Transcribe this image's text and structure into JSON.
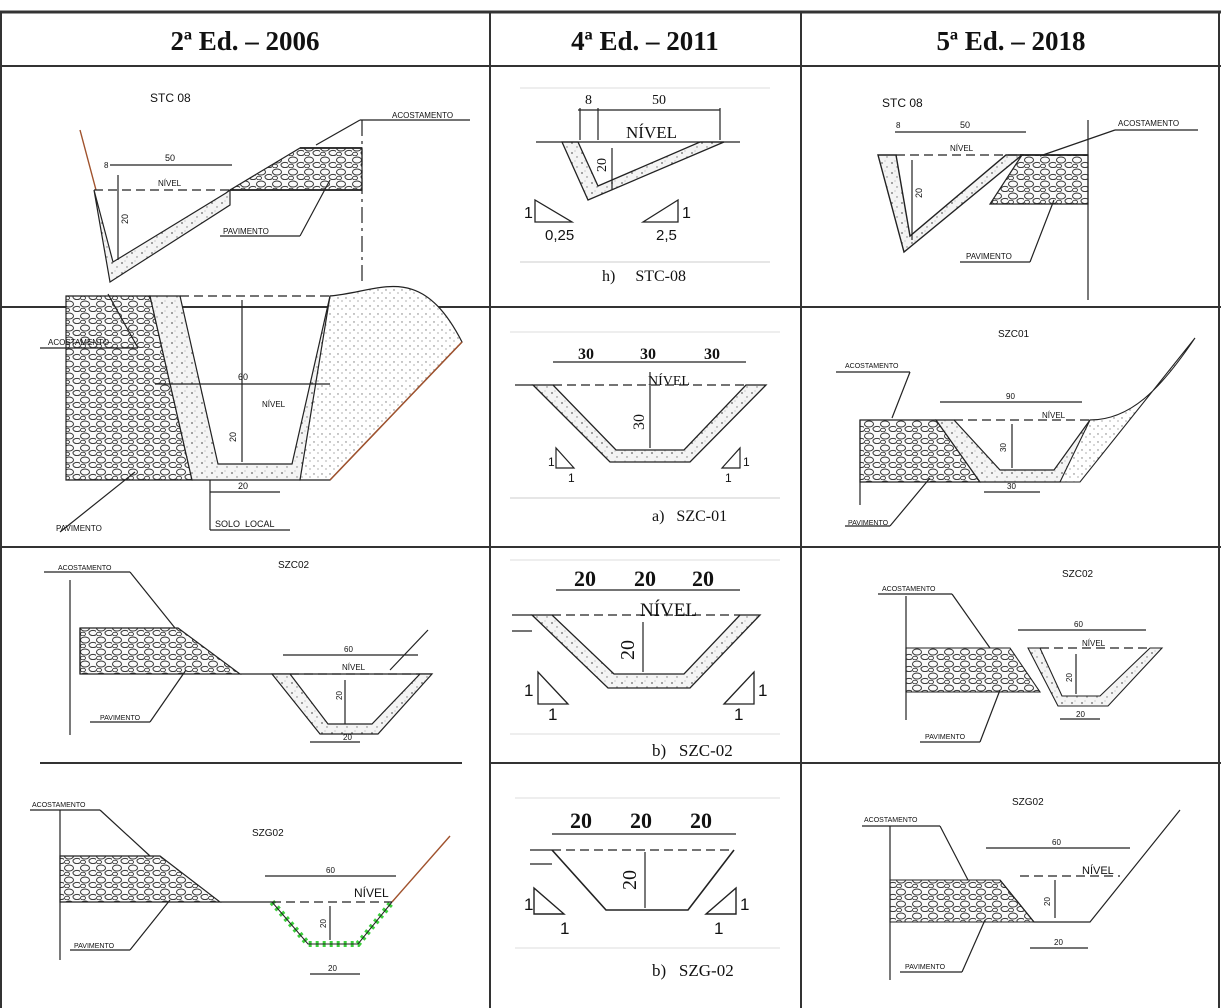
{
  "headers": [
    "2ª Ed. – 2006",
    "4ª Ed. – 2011",
    "5ª Ed. – 2018"
  ],
  "row1": {
    "c1": {
      "code": "STC 08",
      "acost": "ACOSTAMENTO",
      "pav": "PAVIMENTO",
      "nivel": "NÍVEL",
      "w": "50",
      "a": "8",
      "d": "20"
    },
    "c2": {
      "caption": "h)     STC-08",
      "nivel": "NÍVEL",
      "w": "50",
      "a": "8",
      "d": "20",
      "slope1": "0,25",
      "slope2": "2,5",
      "one": "1"
    },
    "c3": {
      "code": "STC 08",
      "acost": "ACOSTAMENTO",
      "pav": "PAVIMENTO",
      "nivel": "NÍVEL",
      "w": "50",
      "a": "8",
      "d": "20"
    }
  },
  "row2": {
    "c1": {
      "acost": "ACOSTAMENTO",
      "pav": "PAVIMENTO",
      "solo": "SOLO  LOCAL",
      "nivel": "NÍVEL",
      "w": "60",
      "d": "20",
      "b": "20"
    },
    "c2": {
      "caption": "a)   SZC-01",
      "nivel": "NÍVEL",
      "w1": "30",
      "w2": "30",
      "w3": "30",
      "d": "30",
      "one": "1"
    },
    "c3": {
      "code": "SZC01",
      "acost": "ACOSTAMENTO",
      "pav": "PAVIMENTO",
      "nivel": "NÍVEL",
      "w": "90",
      "d": "30",
      "b": "30"
    }
  },
  "row3": {
    "c1": {
      "code": "SZC02",
      "acost": "ACOSTAMENTO",
      "pav": "PAVIMENTO",
      "nivel": "NÍVEL",
      "w": "60",
      "d": "20",
      "b": "20"
    },
    "c2": {
      "caption": "b)   SZC-02",
      "nivel": "NÍVEL",
      "w1": "20",
      "w2": "20",
      "w3": "20",
      "d": "20",
      "one": "1"
    },
    "c3": {
      "code": "SZC02",
      "acost": "ACOSTAMENTO",
      "pav": "PAVIMENTO",
      "nivel": "NÍVEL",
      "w": "60",
      "d": "20",
      "b": "20"
    }
  },
  "row4": {
    "c1": {
      "code": "SZG02",
      "acost": "ACOSTAMENTO",
      "pav": "PAVIMENTO",
      "nivel": "NÍVEL",
      "w": "60",
      "d": "20",
      "b": "20"
    },
    "c2": {
      "caption": "b)   SZG-02",
      "w1": "20",
      "w2": "20",
      "w3": "20",
      "d": "20",
      "one": "1"
    },
    "c3": {
      "code": "SZG02",
      "acost": "ACOSTAMENTO",
      "pav": "PAVIMENTO",
      "nivel": "NÍVEL",
      "w": "60",
      "d": "20",
      "b": "20"
    }
  },
  "colors": {
    "grass": "#3ccf3c",
    "earth": "#a0522d",
    "grid": "#333333"
  }
}
